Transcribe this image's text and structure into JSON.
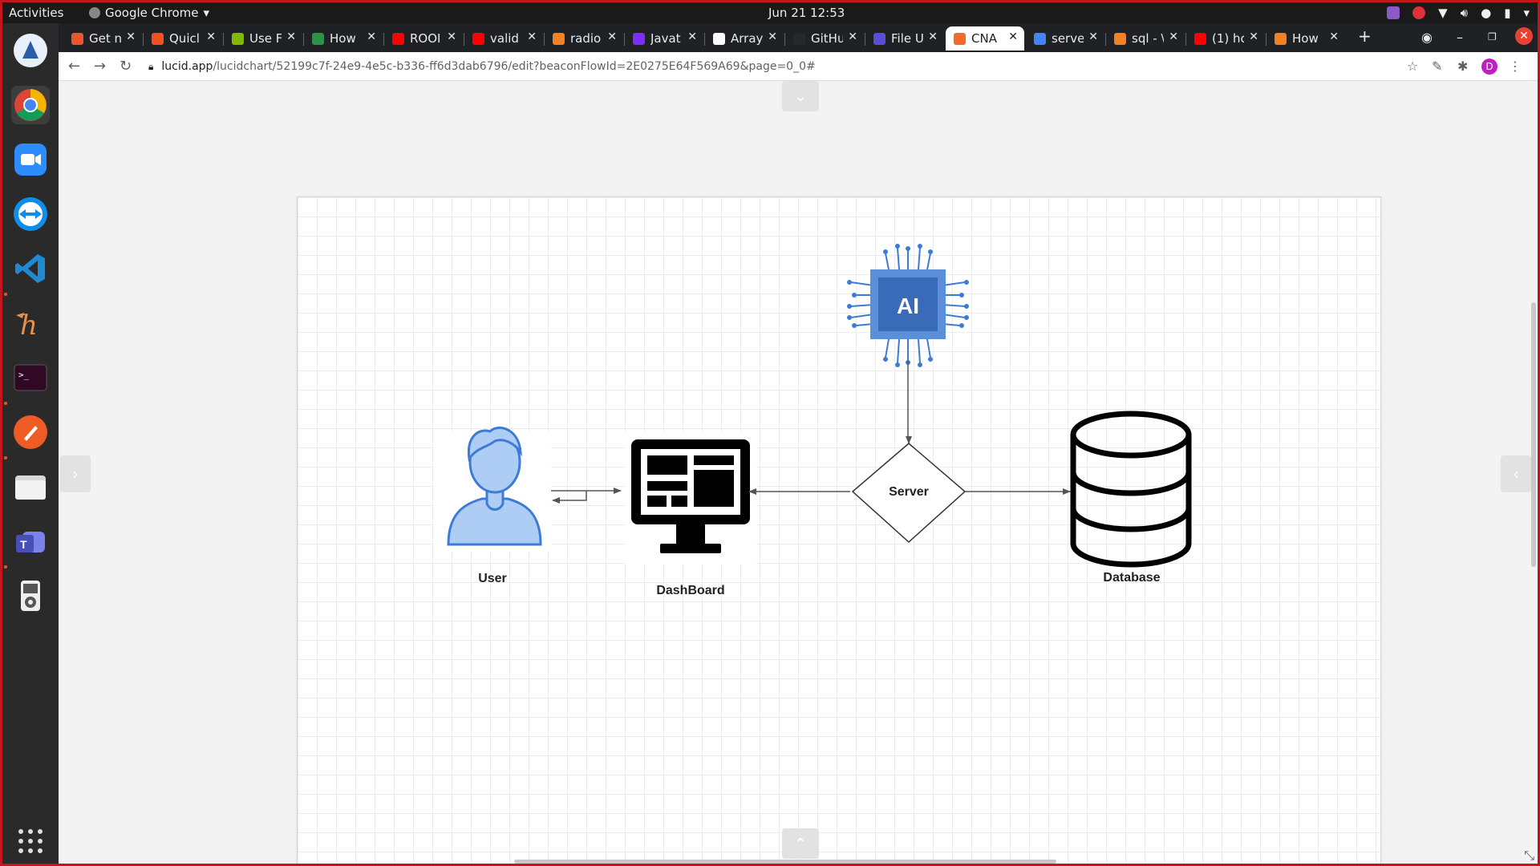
{
  "system": {
    "activities": "Activities",
    "app_menu": "Google Chrome",
    "clock": "Jun 21  12:53"
  },
  "dock": {
    "items": [
      "lutris-icon",
      "chrome-icon",
      "zoom-icon",
      "teamviewer-icon",
      "vscode-icon",
      "hyper-icon",
      "terminal-icon",
      "postman-icon",
      "files-icon",
      "teams-icon",
      "ipod-icon"
    ],
    "apps_grid": "show-applications-icon"
  },
  "browser": {
    "tabs": [
      {
        "title": "Get n",
        "color": "#e8562a"
      },
      {
        "title": "Quicl",
        "color": "#f25022"
      },
      {
        "title": "Use F",
        "color": "#7fba00"
      },
      {
        "title": "How",
        "color": "#2b9348"
      },
      {
        "title": "ROOI",
        "color": "#ff0000"
      },
      {
        "title": "valid",
        "color": "#ff0000"
      },
      {
        "title": "radio",
        "color": "#f48024"
      },
      {
        "title": "Javat",
        "color": "#7b2ff7"
      },
      {
        "title": "Array",
        "color": "#ffffff"
      },
      {
        "title": "GitHu",
        "color": "#24292e"
      },
      {
        "title": "File U",
        "color": "#5b4dd6"
      },
      {
        "title": "CNA",
        "color": "#f26b2a",
        "active": true
      },
      {
        "title": "serve",
        "color": "#4285f4"
      },
      {
        "title": "sql - \\",
        "color": "#f48024"
      },
      {
        "title": "(1) hc",
        "color": "#ff0000"
      },
      {
        "title": "How",
        "color": "#f48024"
      }
    ],
    "new_tab": "+",
    "url_host": "lucid.app",
    "url_path": "/lucidchart/52199c7f-24e9-4e5c-b336-ff6d3dab6796/edit?beaconFlowId=2E0275E64F569A69&page=0_0#",
    "profile_initial": "D"
  },
  "diagram": {
    "labels": {
      "user": "User",
      "dashboard": "DashBoard",
      "server": "Server",
      "database": "Database",
      "ai_chip": "AI"
    },
    "colors": {
      "user_fill": "#aecdf5",
      "user_stroke": "#3d7bd6",
      "chip_fill": "#5b8fd9",
      "chip_core": "#3a6bb8",
      "connector": "#555555"
    }
  }
}
